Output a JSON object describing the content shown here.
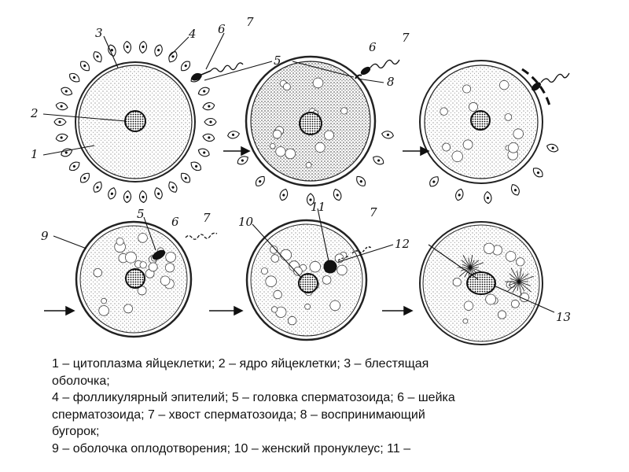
{
  "diagram": {
    "labels": [
      "1",
      "2",
      "3",
      "4",
      "5",
      "6",
      "7",
      "5",
      "6",
      "7",
      "8",
      "9",
      "5",
      "6",
      "7",
      "10",
      "11",
      "7",
      "12",
      "13"
    ]
  },
  "legend": {
    "lines": [
      "1 – цитоплазма яйцеклетки; 2 – ядро яйцеклетки; 3 – блестящая",
      "оболочка;",
      "4 – фолликулярный эпителий; 5 – головка сперматозоида; 6 – шейка",
      "сперматозоида; 7 – хвост сперматозоида; 8 – воспринимающий",
      "бугорок;",
      "9 – оболочка оплодотворения; 10 – женский пронуклеус; 11 –"
    ]
  }
}
